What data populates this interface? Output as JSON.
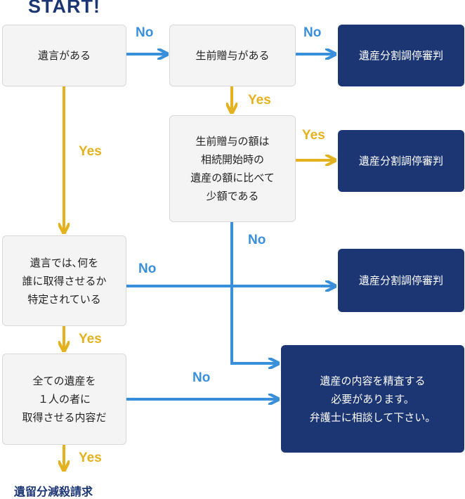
{
  "start_label": "START!",
  "boxes": {
    "has_will": "遺言がある",
    "has_gift": "生前贈与がある",
    "gift_small": "生前贈与の額は\n相続開始時の\n遺産の額に比べて\n少額である",
    "will_specified": "遺言では､何を\n誰に取得させるか\n特定されている",
    "all_assets": "全ての遺産を\n１人の者に\n取得させる内容だ"
  },
  "results": {
    "mediation_1": "遺産分割調停審判",
    "mediation_2": "遺産分割調停審判",
    "mediation_3": "遺産分割調停審判",
    "review": "遺産の内容を精査する\n必要があります。\n弁護士に相談して下さい。"
  },
  "final_label": "遺留分減殺請求",
  "labels": {
    "yes": "Yes",
    "no": "No"
  },
  "colors": {
    "yes": "#e3b21e",
    "no": "#3a8fdb",
    "result": "#1c3674",
    "box": "#f4f4f4"
  }
}
